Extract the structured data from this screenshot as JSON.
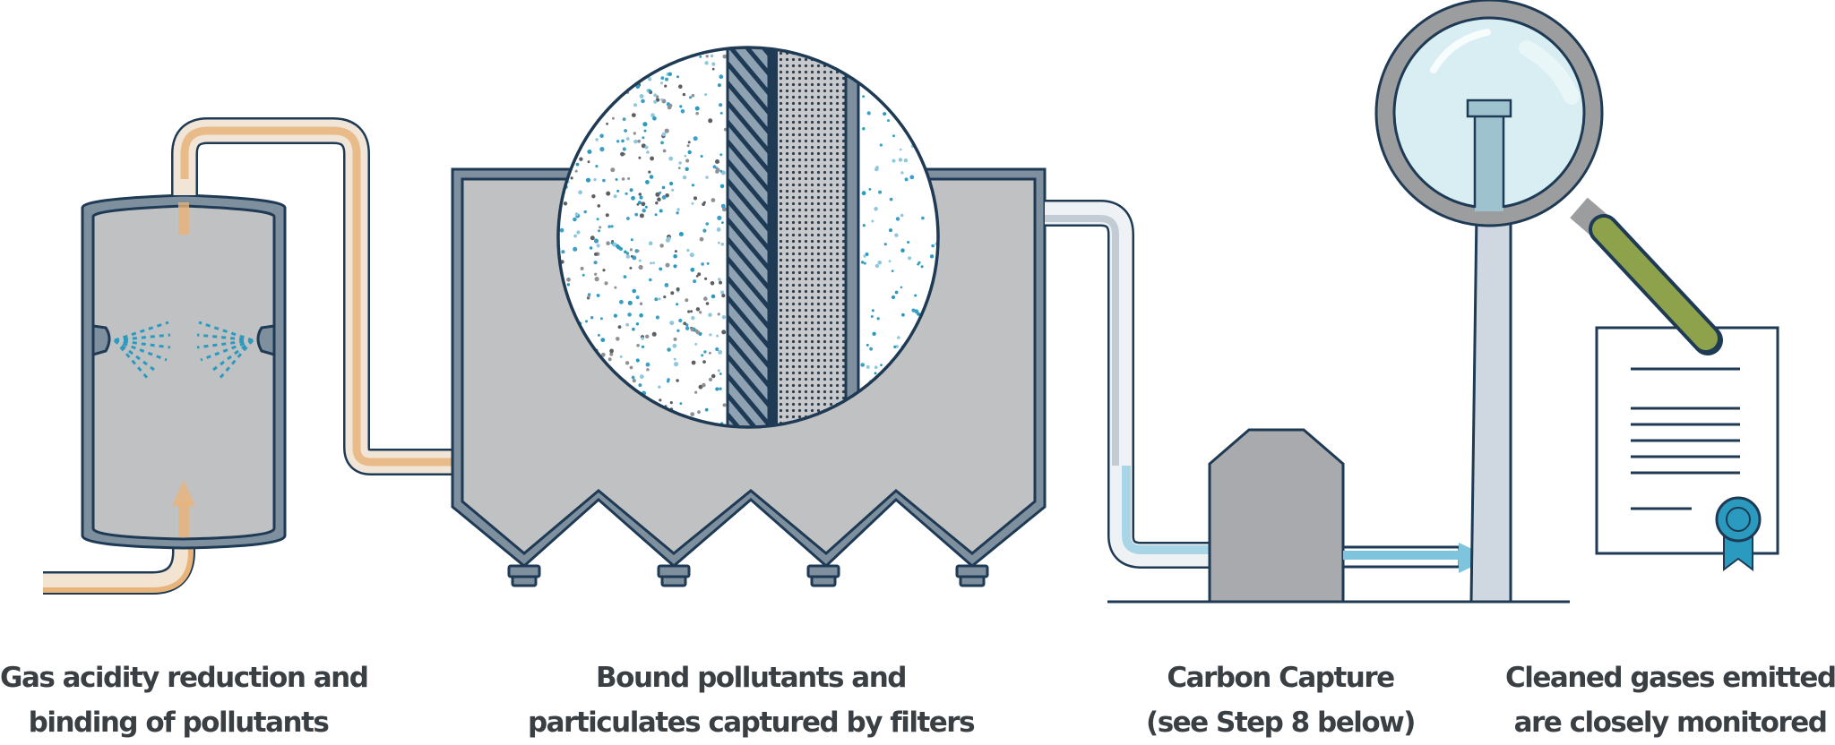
{
  "captions": [
    {
      "line1": "Gas acidity reduction and",
      "line2": "binding of pollutants"
    },
    {
      "line1": "Bound pollutants and",
      "line2": "particulates captured by filters"
    },
    {
      "line1": "Carbon Capture",
      "line2": "(see Step 8 below)"
    },
    {
      "line1": "Cleaned gases emitted",
      "line2": "are closely monitored"
    }
  ],
  "colors": {
    "outline": "#1e3a54",
    "tank_fill": "#c0c1c3",
    "tank_rim": "#7e8f9e",
    "gas_in": "#e8b47a",
    "gas_clean": "#7ec4dc",
    "spray": "#2a9bbf",
    "lens": "#d8eef3",
    "handle": "#8da24a",
    "stack": "#cfd8e0"
  },
  "icons": [
    "scrubber-tank",
    "spray-nozzle-icon",
    "baghouse-filter",
    "filter-magnifier-circle",
    "carbon-capture-unit",
    "exhaust-stack",
    "magnifying-glass-icon",
    "certificate-icon",
    "award-ribbon-icon",
    "flow-arrow-icon"
  ]
}
